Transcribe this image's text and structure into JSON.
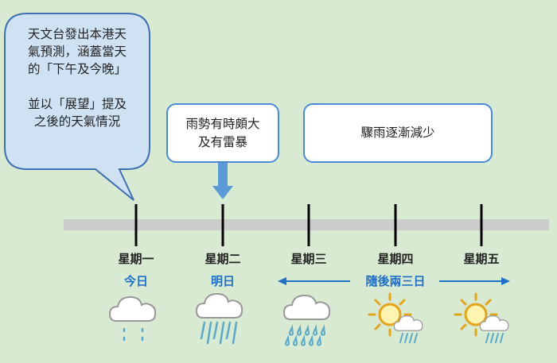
{
  "callout": {
    "lines_1": [
      "天文台發出本港天",
      "氣預測，涵蓋當天",
      "的「下午及今晚」"
    ],
    "lines_2": [
      "並以「展望」提及",
      "之後的天氣情況"
    ]
  },
  "forecast_boxes": [
    {
      "lines": [
        "雨勢有時頗大",
        "及有雷暴"
      ]
    },
    {
      "lines": [
        "驟雨逐漸減少"
      ]
    }
  ],
  "timeline": {
    "days": [
      "星期一",
      "星期二",
      "星期三",
      "星期四",
      "星期五"
    ],
    "labels": {
      "today": "今日",
      "tomorrow": "明日",
      "next_days": "隨後兩三日"
    }
  },
  "weather_icons": [
    "cloud-light-rain-icon",
    "cloud-heavy-rain-icon",
    "cloud-showers-icon",
    "sun-cloud-rain-icon",
    "sun-cloud-rain-icon"
  ],
  "colors": {
    "background": "#d9ead3",
    "accent_blue": "#4a8ad4",
    "label_blue": "#1f6fc6",
    "callout_fill": "#cfe2f3",
    "timeline_bar": "#cccccc"
  }
}
